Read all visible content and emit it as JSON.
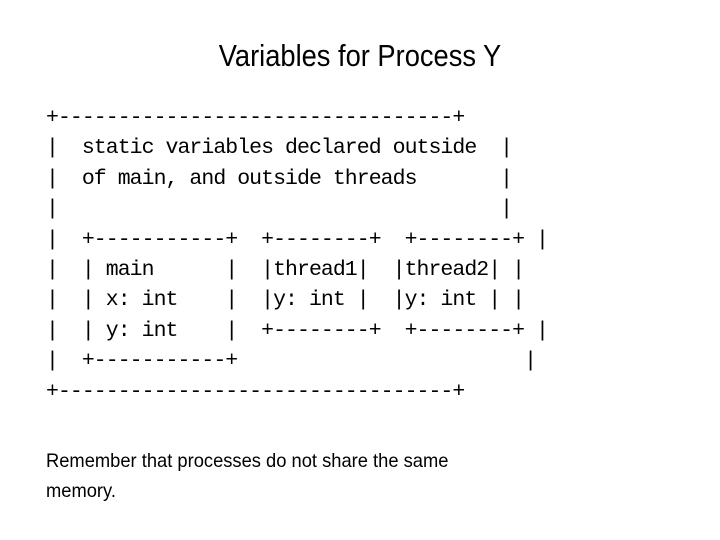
{
  "slide": {
    "title": "Variables for Process Y",
    "background_color": "#ffffff",
    "text_color": "#000000"
  },
  "diagram": {
    "type": "ascii-art",
    "description": "Process Y memory box containing static variables and three stack boxes: main, thread1, thread2",
    "lines": [
      "+---------------------------------+",
      "|  static variables declared outside  |",
      "|  of main, and outside threads       |",
      "|                                     |",
      "|  +-----------+  +--------+  +--------+ |",
      "|  | main      |  |thread1|  |thread2| |",
      "|  | x: int    |  |y: int |  |y: int | |",
      "|  | y: int    |  +--------+  +--------+ |",
      "|  +-----------+                        |",
      "+---------------------------------+"
    ],
    "rows": [
      {
        "id": "outer-top-border",
        "text": "+---------------------------------+"
      },
      {
        "id": "static-vars-line-1",
        "text": "|  static variables declared outside  |"
      },
      {
        "id": "static-vars-line-2",
        "text": "|  of main, and outside threads       |"
      },
      {
        "id": "spacer-row",
        "text": "|                                     |"
      },
      {
        "id": "boxes-top-borders",
        "text": "|  +-----------+  +--------+  +--------+ |"
      },
      {
        "id": "box-titles-row",
        "text": "|  | main      |  |thread1|  |thread2| |"
      },
      {
        "id": "box-vars-row-1",
        "text": "|  | x: int    |  |y: int |  |y: int | |"
      },
      {
        "id": "box-vars-row-2",
        "text": "|  | y: int    |  +--------+  +--------+ |"
      },
      {
        "id": "main-bottom-border",
        "text": "|  +-----------+                        |"
      },
      {
        "id": "outer-bottom-border",
        "text": "+---------------------------------+"
      }
    ],
    "static_text": {
      "line1": "static variables declared outside",
      "line2": "of main, and outside threads"
    },
    "boxes": [
      {
        "name": "main",
        "label": "main",
        "variables": [
          "x: int",
          "y: int"
        ]
      },
      {
        "name": "thread1",
        "label": "thread1",
        "variables": [
          "y: int"
        ]
      },
      {
        "name": "thread2",
        "label": "thread2",
        "variables": [
          "y: int"
        ]
      }
    ]
  },
  "caption": {
    "line1": "Remember that processes do not share the same",
    "line2": "memory."
  }
}
